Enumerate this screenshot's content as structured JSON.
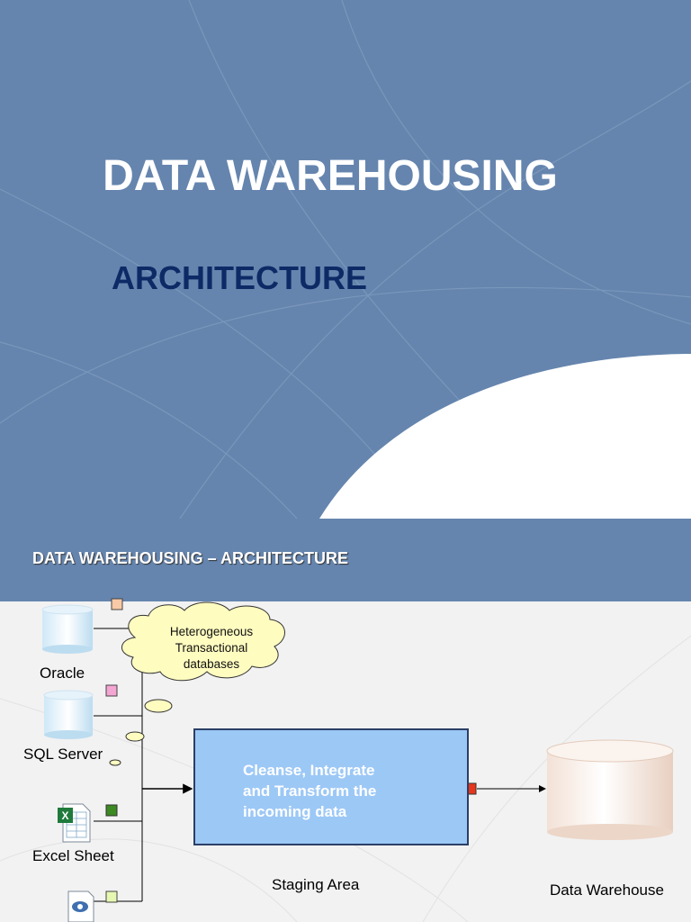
{
  "title_slide": {
    "title": "DATA WAREHOUSING",
    "subtitle": "ARCHITECTURE"
  },
  "arch_slide": {
    "heading": "DATA WAREHOUSING – ARCHITECTURE",
    "sources": [
      {
        "label": "Oracle",
        "icon": "database-cylinder-icon"
      },
      {
        "label": "SQL Server",
        "icon": "database-cylinder-icon"
      },
      {
        "label": "Excel Sheet",
        "icon": "excel-file-icon"
      },
      {
        "label": "",
        "icon": "xml-file-icon"
      }
    ],
    "callout": [
      "Heterogeneous",
      "Transactional",
      "databases"
    ],
    "process": [
      "Cleanse, Integrate",
      "and Transform the",
      "incoming data"
    ],
    "staging_label": "Staging Area",
    "warehouse_label": "Data Warehouse"
  },
  "colors": {
    "background_blue": "#6585ae",
    "subtitle_navy": "#0e2a66",
    "process_box": "#9cc8f6"
  }
}
